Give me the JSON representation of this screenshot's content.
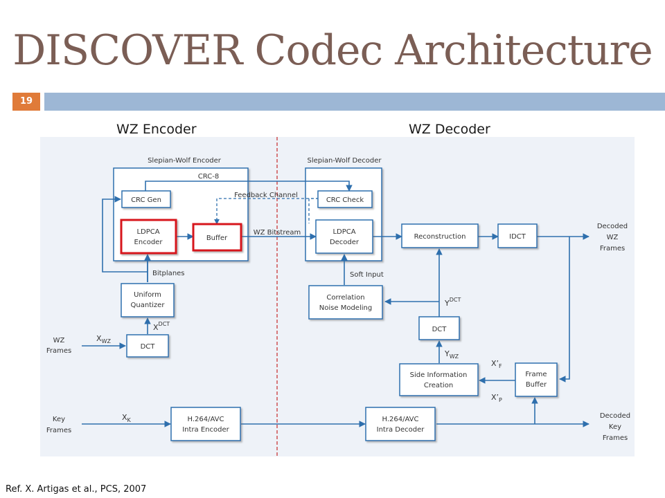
{
  "slide": {
    "title": "DISCOVER Codec Architecture",
    "slide_number": "19",
    "reference": "Ref. X. Artigas et al., PCS, 2007"
  },
  "headings": {
    "encoder": "WZ Encoder",
    "decoder": "WZ Decoder"
  },
  "colors": {
    "title": "#7b5e55",
    "accent": "#e07b39",
    "band": "#9db7d5",
    "block_stroke": "#2e6fad",
    "highlight": "#d7191c"
  },
  "diagram": {
    "groups": {
      "sw_encoder": "Slepian-Wolf Encoder",
      "sw_decoder": "Slepian-Wolf Decoder"
    },
    "blocks": {
      "crc_gen": [
        "CRC Gen"
      ],
      "ldpca_encoder": [
        "LDPCA",
        "Encoder"
      ],
      "buffer": [
        "Buffer"
      ],
      "crc_check": [
        "CRC Check"
      ],
      "ldpca_decoder": [
        "LDPCA",
        "Decoder"
      ],
      "reconstruction": [
        "Reconstruction"
      ],
      "idct": [
        "IDCT"
      ],
      "uniform_quantizer": [
        "Uniform",
        "Quantizer"
      ],
      "dct_encoder": [
        "DCT"
      ],
      "correlation_noise": [
        "Correlation",
        "Noise Modeling"
      ],
      "dct_decoder": [
        "DCT"
      ],
      "side_info": [
        "Side Information",
        "Creation"
      ],
      "frame_buffer": [
        "Frame",
        "Buffer"
      ],
      "h264_encoder": [
        "H.264/AVC",
        "Intra Encoder"
      ],
      "h264_decoder": [
        "H.264/AVC",
        "Intra Decoder"
      ]
    },
    "labels": {
      "crc8": "CRC-8",
      "feedback_channel": "Feedback Channel",
      "wz_bitstream": "WZ Bitstream",
      "bitplanes": "Bitplanes",
      "soft_input": "Soft Input",
      "wz_frames": [
        "WZ",
        "Frames"
      ],
      "key_frames": [
        "Key",
        "Frames"
      ],
      "decoded_wz_frames": [
        "Decoded",
        "WZ",
        "Frames"
      ],
      "decoded_key_frames": [
        "Decoded",
        "Key",
        "Frames"
      ]
    },
    "signals": {
      "x_wz": {
        "base": "X",
        "sub": "WZ"
      },
      "x_dct": {
        "base": "X",
        "sup": "DCT"
      },
      "x_k": {
        "base": "X",
        "sub": "K"
      },
      "y_dct": {
        "base": "Y",
        "sup": "DCT"
      },
      "y_wz": {
        "base": "Y",
        "sub": "WZ"
      },
      "x_f": {
        "base": "X’",
        "sub": "F"
      },
      "x_b": {
        "base": "X’",
        "sub": "P"
      }
    }
  }
}
